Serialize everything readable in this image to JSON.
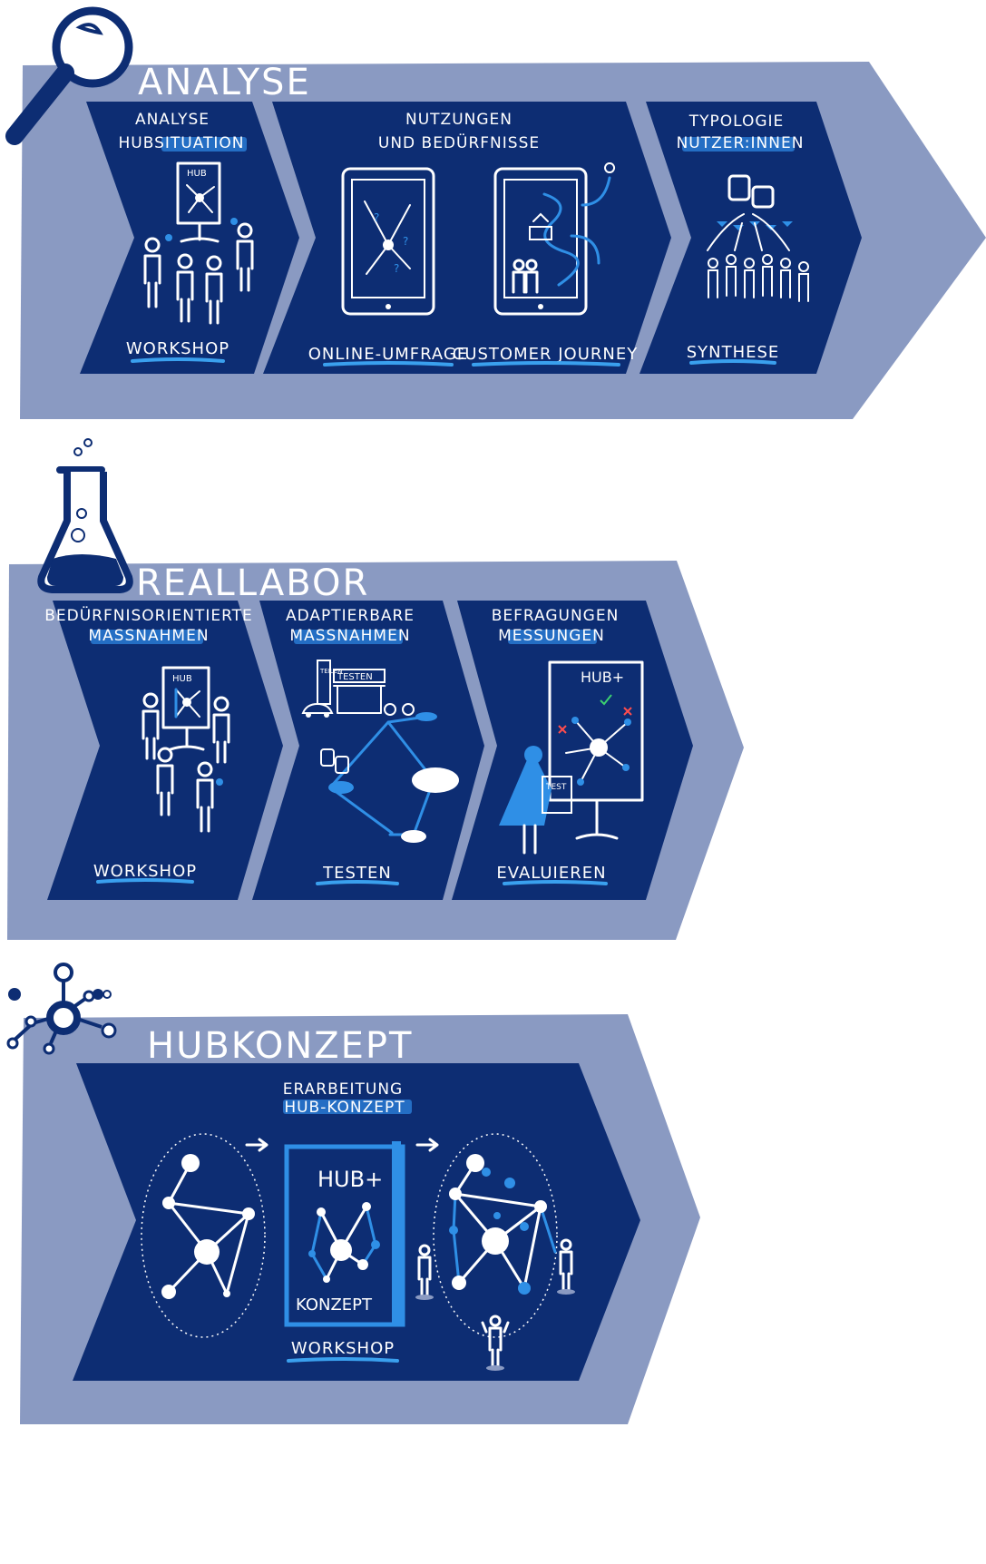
{
  "colors": {
    "band": "#8a9ac2",
    "chevron": "#0d2d73",
    "accent": "#2f8fe6",
    "text": "#ffffff"
  },
  "phases": [
    {
      "title": "ANALYSE",
      "icon": "magnifier-icon",
      "steps": [
        {
          "title_lines": [
            "ANALYSE",
            "HUBSITUATION"
          ],
          "method": "WORKSHOP"
        },
        {
          "title_lines": [
            "NUTZUNGEN",
            "UND BEDÜRFNISSE"
          ],
          "methods": [
            "ONLINE-UMFRAGE",
            "CUSTOMER JOURNEY"
          ]
        },
        {
          "title_lines": [
            "TYPOLOGIE",
            "NUTZER:INNEN"
          ],
          "method": "SYNTHESE"
        }
      ]
    },
    {
      "title": "REALLABOR",
      "icon": "flask-icon",
      "steps": [
        {
          "title_lines": [
            "BEDÜRFNISORIENTIERTE",
            "MASSNAHMEN"
          ],
          "method": "WORKSHOP"
        },
        {
          "title_lines": [
            "ADAPTIERBARE",
            "MASSNAHMEN"
          ],
          "method": "TESTEN"
        },
        {
          "title_lines": [
            "BEFRAGUNGEN",
            "MESSUNGEN"
          ],
          "method": "EVALUIEREN"
        }
      ]
    },
    {
      "title": "HUBKONZEPT",
      "icon": "network-icon",
      "steps": [
        {
          "title_lines": [
            "ERARBEITUNG",
            "HUB-KONZEPT"
          ],
          "method": "WORKSHOP"
        }
      ]
    }
  ],
  "sketch_labels": {
    "hub": "HUB",
    "hub_plus": "HUB+",
    "konzept": "KONZEPT",
    "testen_sign": "TESTEN",
    "test_card": "TEST",
    "teilen_sign": "TEILEN"
  }
}
